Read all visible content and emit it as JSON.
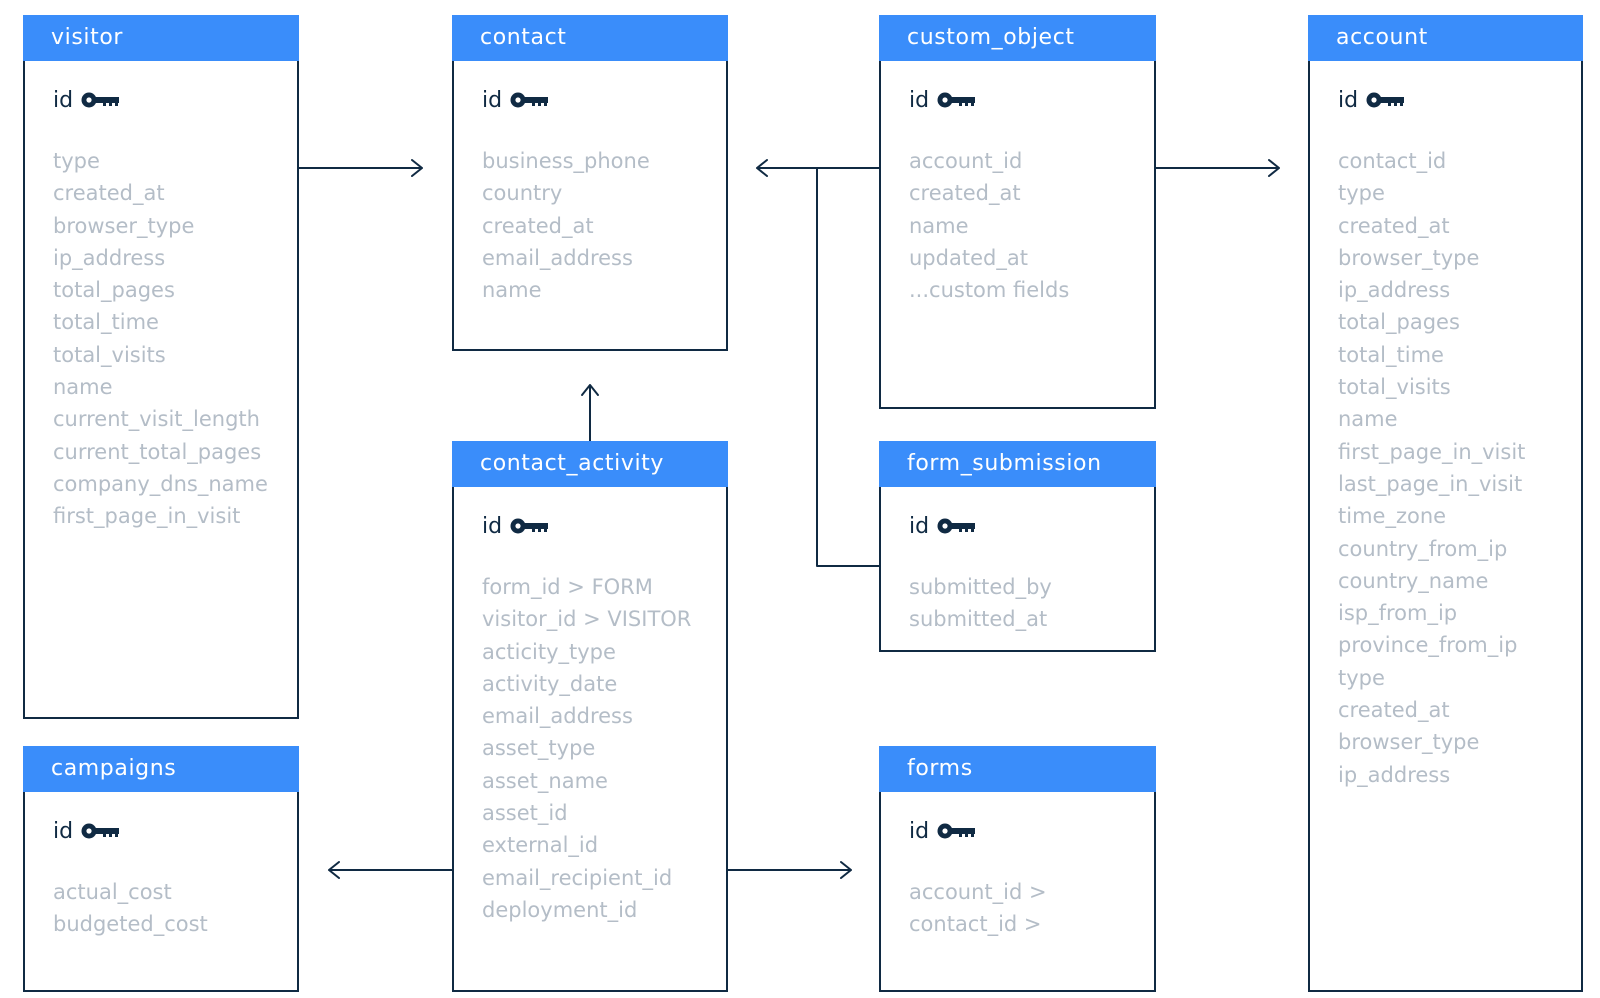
{
  "tables": {
    "visitor": {
      "title": "visitor",
      "pk": "id",
      "fields": [
        "type",
        "created_at",
        "browser_type",
        "ip_address",
        "total_pages",
        "total_time",
        "total_visits",
        "name",
        "current_visit_length",
        "current_total_pages",
        "company_dns_name",
        "first_page_in_visit"
      ]
    },
    "contact": {
      "title": "contact",
      "pk": "id",
      "fields": [
        "business_phone",
        "country",
        "created_at",
        "email_address",
        "name"
      ]
    },
    "custom_object": {
      "title": "custom_object",
      "pk": "id",
      "fields": [
        "account_id",
        "created_at",
        "name",
        "updated_at",
        "...custom fields"
      ]
    },
    "account": {
      "title": "account",
      "pk": "id",
      "fields": [
        "contact_id",
        "type",
        "created_at",
        "browser_type",
        "ip_address",
        "total_pages",
        "total_time",
        "total_visits",
        "name",
        "first_page_in_visit",
        "last_page_in_visit",
        "time_zone",
        "country_from_ip",
        "country_name",
        "isp_from_ip",
        "province_from_ip",
        "type",
        "created_at",
        "browser_type",
        "ip_address"
      ]
    },
    "contact_activity": {
      "title": "contact_activity",
      "pk": "id",
      "fields": [
        "form_id > FORM",
        "visitor_id > VISITOR",
        "acticity_type",
        "activity_date",
        "email_address",
        "asset_type",
        "asset_name",
        "asset_id",
        "external_id",
        "email_recipient_id",
        "deployment_id"
      ]
    },
    "form_submission": {
      "title": "form_submission",
      "pk": "id",
      "fields": [
        "submitted_by",
        "submitted_at"
      ]
    },
    "campaigns": {
      "title": "campaigns",
      "pk": "id",
      "fields": [
        "actual_cost",
        "budgeted_cost"
      ]
    },
    "forms": {
      "title": "forms",
      "pk": "id",
      "fields": [
        "account_id >",
        "contact_id >"
      ]
    }
  },
  "relationships": [
    {
      "from": "visitor",
      "to": "contact"
    },
    {
      "from": "custom_object",
      "to": "contact"
    },
    {
      "from": "form_submission",
      "to": "contact"
    },
    {
      "from": "custom_object",
      "to": "account"
    },
    {
      "from": "contact_activity",
      "to": "contact"
    },
    {
      "from": "contact_activity",
      "to": "campaigns"
    },
    {
      "from": "contact_activity",
      "to": "forms"
    }
  ],
  "icons": {
    "primary_key": "key-icon"
  },
  "colors": {
    "header": "#3a8dfa",
    "border": "#102a43",
    "field_text": "#b4bdc7",
    "pk_text": "#102a43"
  }
}
